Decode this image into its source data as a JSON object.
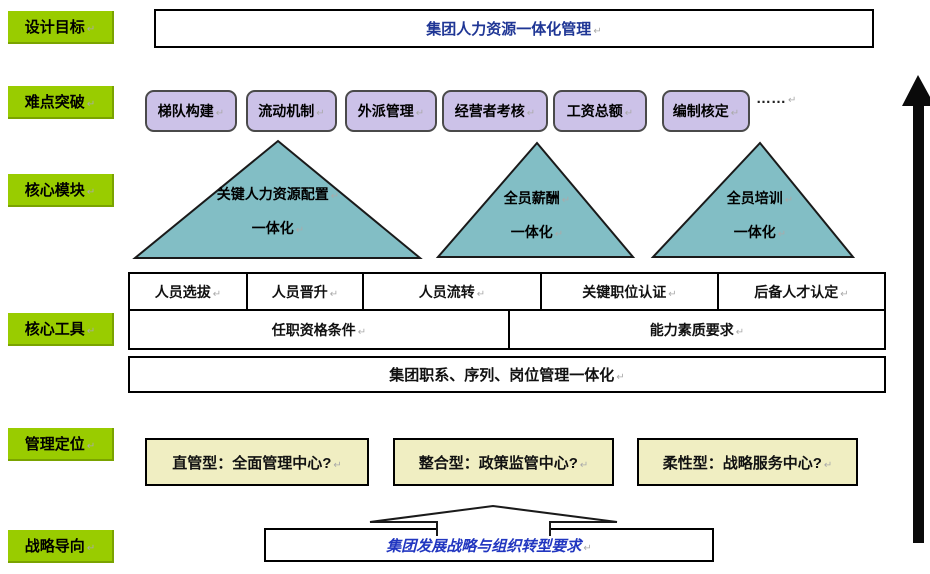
{
  "marks": {
    "return_mark": "↵",
    "ellipsis": "……"
  },
  "colors": {
    "row_label_green": "#99CC00",
    "chip_purple": "#CCC2E8",
    "triangle_teal": "#82BEC5",
    "box_yellow": "#F0EEC2",
    "goal_text_blue": "#1F3695",
    "strategy_text_blue": "#2136C0",
    "arrow_black": "#0a0a0a"
  },
  "rows": [
    {
      "label": "设计目标"
    },
    {
      "label": "难点突破"
    },
    {
      "label": "核心模块"
    },
    {
      "label": "核心工具"
    },
    {
      "label": "管理定位"
    },
    {
      "label": "战略导向"
    }
  ],
  "goal": {
    "text": "集团人力资源一体化管理"
  },
  "difficulties": [
    "梯队构建",
    "流动机制",
    "外派管理",
    "经营者考核",
    "工资总额",
    "编制核定"
  ],
  "modules": [
    {
      "line1": "关键人力资源配置",
      "line2": "一体化"
    },
    {
      "line1": "全员薪酬",
      "line2": "一体化"
    },
    {
      "line1": "全员培训",
      "line2": "一体化"
    }
  ],
  "tools": {
    "row1": [
      "人员选拔",
      "人员晋升",
      "人员流转",
      "关键职位认证",
      "后备人才认定"
    ],
    "row2": [
      "任职资格条件",
      "能力素质要求"
    ],
    "row3": "集团职系、序列、岗位管理一体化"
  },
  "positioning": [
    "直管型：全面管理中心?",
    "整合型：政策监管中心?",
    "柔性型：战略服务中心?"
  ],
  "strategy": {
    "text": "集团发展战略与组织转型要求"
  }
}
